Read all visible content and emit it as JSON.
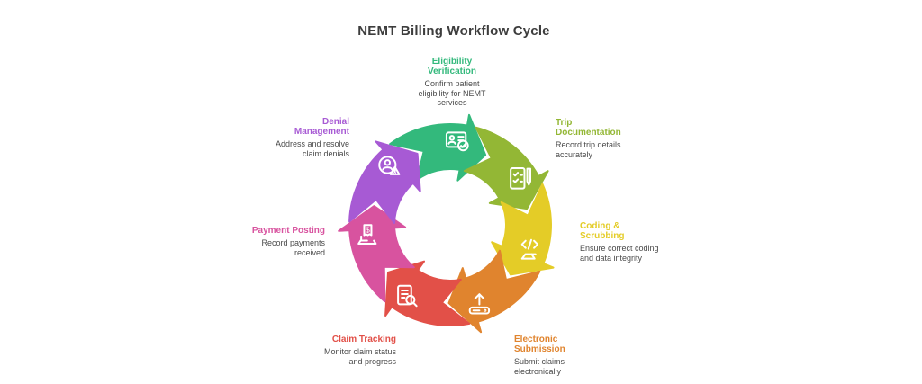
{
  "title": "NEMT Billing Workflow Cycle",
  "theme": {
    "heading_color": "#3d3d3d",
    "description_color": "#4a4a4a",
    "background": "#ffffff"
  },
  "diagram": {
    "type": "cycle",
    "direction": "clockwise",
    "steps": [
      {
        "label": "Eligibility Verification",
        "description": "Confirm patient eligibility for NEMT services",
        "color": "#33b97c",
        "icon": "id-card-check"
      },
      {
        "label": "Trip Documentation",
        "description": "Record trip details accurately",
        "color": "#93b735",
        "icon": "checklist-pencil"
      },
      {
        "label": "Coding & Scrubbing",
        "description": "Ensure correct coding and data integrity",
        "color": "#e4cc27",
        "icon": "code-document"
      },
      {
        "label": "Electronic Submission",
        "description": "Submit claims electronically",
        "color": "#e0842e",
        "icon": "upload-tray"
      },
      {
        "label": "Claim Tracking",
        "description": "Monitor claim status and progress",
        "color": "#e25048",
        "icon": "document-search"
      },
      {
        "label": "Payment Posting",
        "description": "Record payments received",
        "color": "#d8539f",
        "icon": "laptop-receipt"
      },
      {
        "label": "Denial Management",
        "description": "Address and resolve claim denials",
        "color": "#a75ad4",
        "icon": "person-warning"
      }
    ]
  }
}
